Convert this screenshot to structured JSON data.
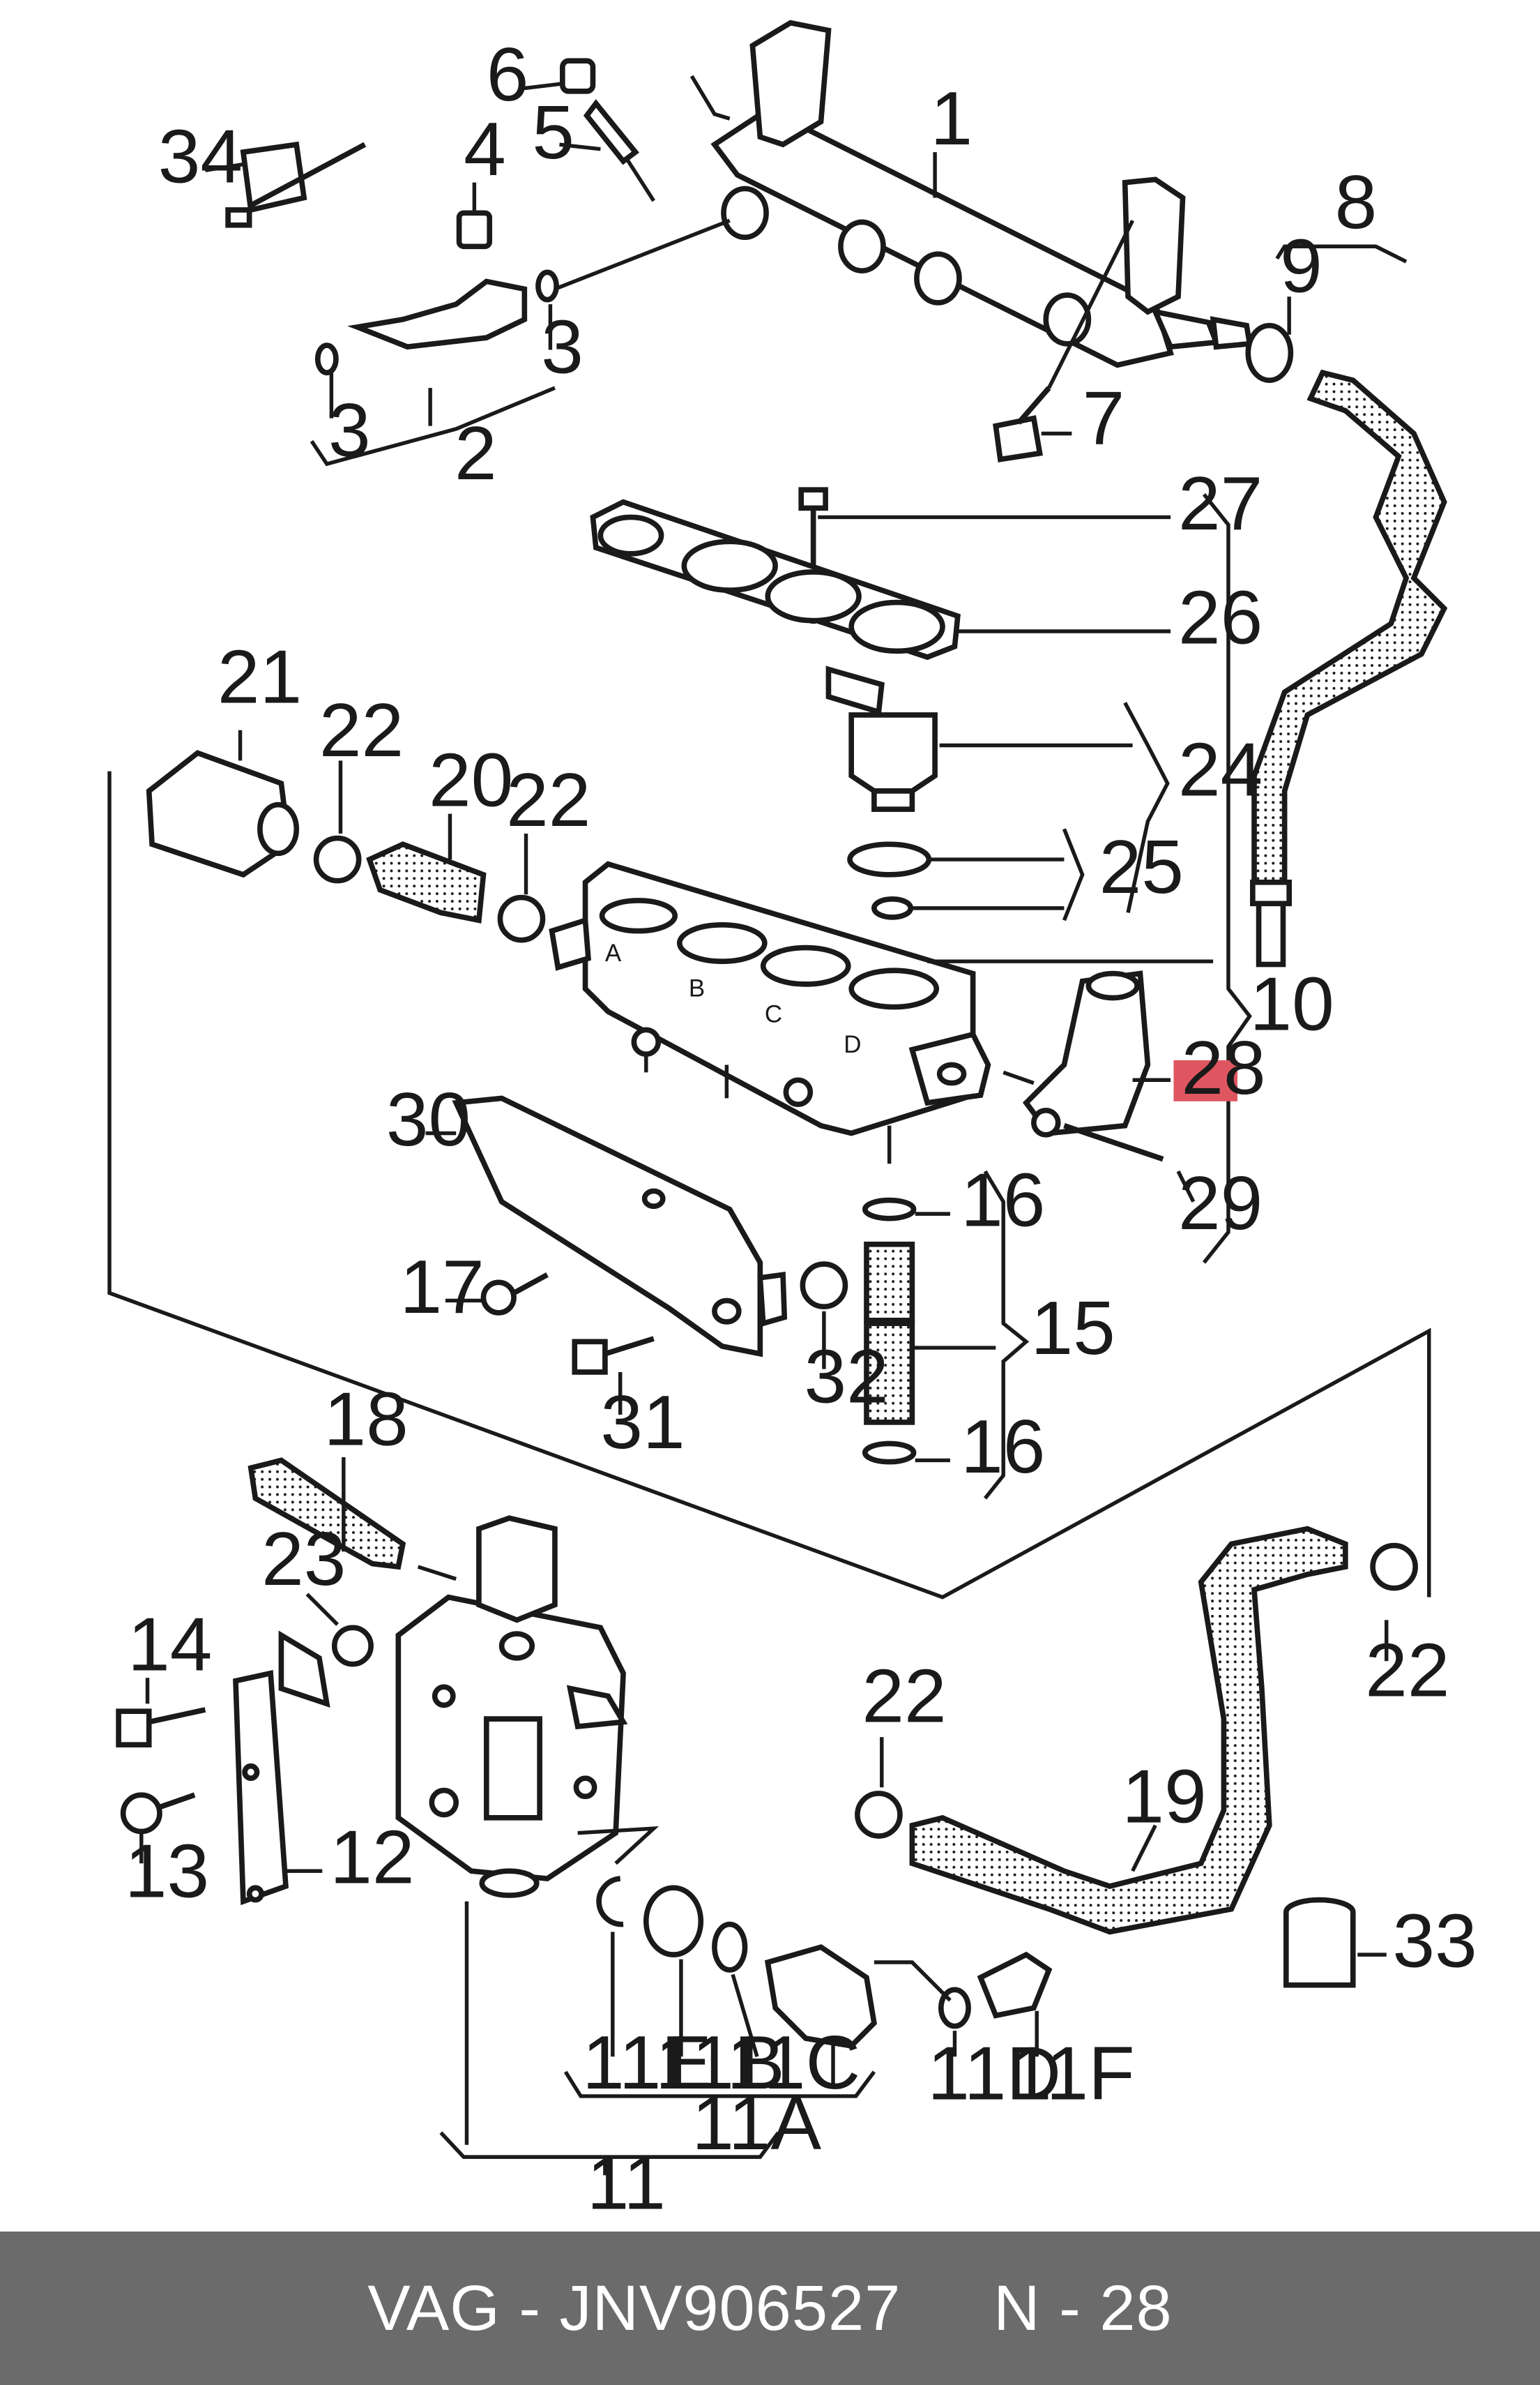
{
  "diagram": {
    "labels": {
      "l1": "1",
      "l2": "2",
      "l3a": "3",
      "l3b": "3",
      "l4": "4",
      "l5": "5",
      "l6": "6",
      "l7": "7",
      "l8": "8",
      "l9": "9",
      "l10": "10",
      "l11": "11",
      "l11a": "11A",
      "l11b": "11B",
      "l11c": "11C",
      "l11d": "11D",
      "l11e": "11E",
      "l11f": "11F",
      "l12": "12",
      "l13": "13",
      "l14": "14",
      "l15": "15",
      "l16a": "16",
      "l16b": "16",
      "l17": "17",
      "l18": "18",
      "l19": "19",
      "l20": "20",
      "l21": "21",
      "l22a": "22",
      "l22b": "22",
      "l22c": "22",
      "l22d": "22",
      "l23": "23",
      "l24": "24",
      "l25": "25",
      "l26": "26",
      "l27": "27",
      "l28": "28",
      "l29": "29",
      "l30": "30",
      "l31": "31",
      "l32": "32",
      "l33": "33",
      "l34": "34"
    },
    "highlight_color": "#e05660",
    "ink_color": "#1a1a1a"
  },
  "section_letters": {
    "a": "A",
    "b": "B",
    "c": "C",
    "d": "D"
  },
  "footer": {
    "text": "VAG - JNV906527     N - 28",
    "background": "#6b6b6b",
    "text_color": "#ffffff"
  }
}
